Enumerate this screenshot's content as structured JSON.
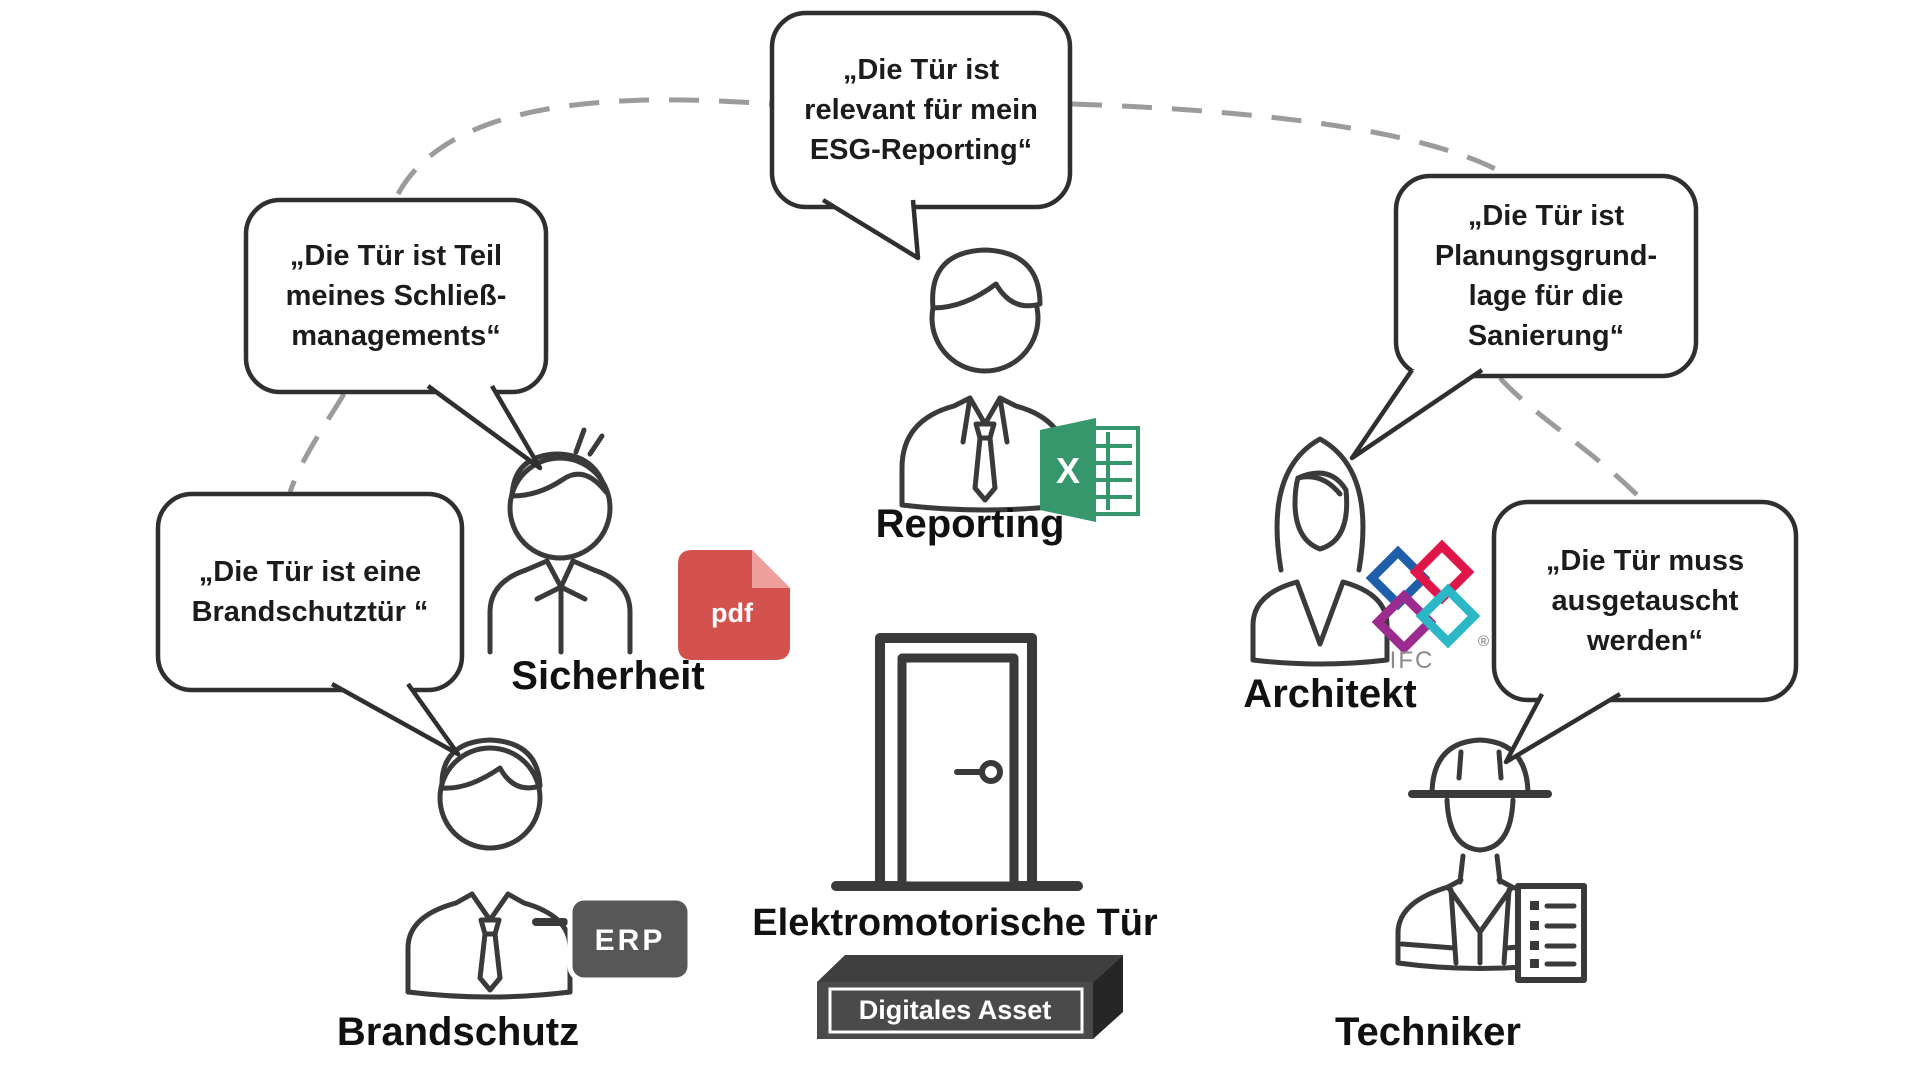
{
  "diagram": {
    "center": {
      "door_label": "Elektromotorische Tür",
      "asset_label": "Digitales Asset"
    },
    "bubbles": {
      "esg": "„Die Tür ist\nrelevant für mein\nESG-Reporting“",
      "schliess": "„Die Tür ist Teil\nmeines Schließ-\nmanagements“",
      "brandschutz": "„Die Tür ist eine\nBrandschutztür “",
      "planung": "„Die Tür ist\nPlanungsgrund-\nlage für die\nSanierung“",
      "austausch": "„Die Tür muss\nausgetauscht\nwerden“"
    },
    "personas": {
      "sicherheit": "Sicherheit",
      "reporting": "Reporting",
      "architekt": "Architekt",
      "brandschutz": "Brandschutz",
      "techniker": "Techniker"
    },
    "icon_texts": {
      "pdf": "pdf",
      "excel": "X",
      "erp": "ERP",
      "ifc": "IFC",
      "registered": "®"
    }
  },
  "colors": {
    "outline": "#3a3a3a",
    "bubble_border": "#2f2f2f",
    "dashed": "#9b9b9b",
    "pdf_red": "#d4524e",
    "pdf_fold": "#f0a09c",
    "excel_green": "#35976b",
    "erp_gray": "#575757",
    "asset_front": "#4a4a4a",
    "asset_top": "#3f3f3f",
    "asset_side": "#262626",
    "ifc_blue": "#1f5fa9",
    "ifc_red": "#e0164a",
    "ifc_purple": "#9c2b90",
    "ifc_teal": "#2bb7c6"
  }
}
